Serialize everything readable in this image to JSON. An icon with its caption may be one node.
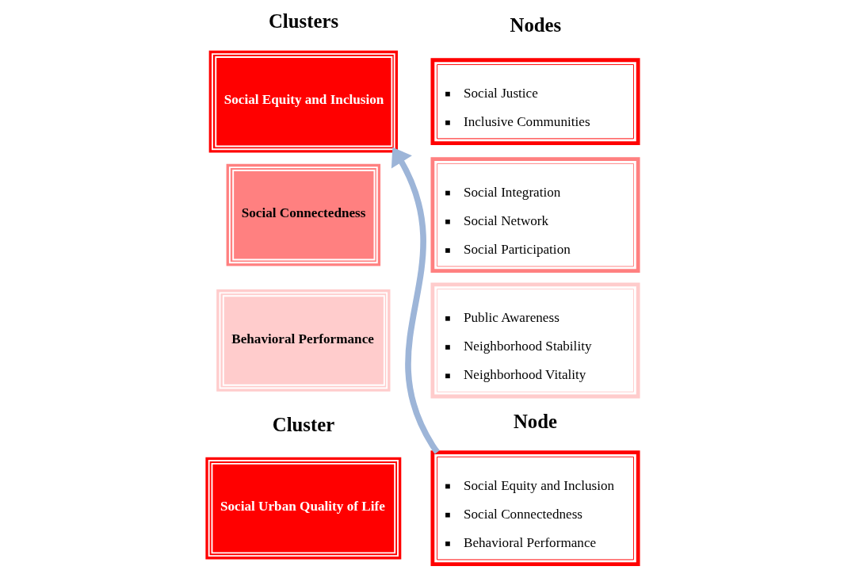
{
  "diagram": {
    "nodes": [
      {
        "text": [
          "Social Urban Quality of Life"
        ]
      },
      {
        "text": [
          "Social Equity and Inclusion",
          "Social Connectedness",
          "Behavioral Performance"
        ]
      },
      {
        "text": [
          "Social Equity and Inclusion"
        ]
      },
      {
        "text": [
          "Social Justice",
          "Inclusive Communities"
        ]
      },
      {
        "text": [
          "Social Connectedness"
        ]
      },
      {
        "text": [
          "Social Integration",
          "Social Network",
          "Social Participation"
        ]
      },
      {
        "text": [
          "Behavioral Performance"
        ]
      },
      {
        "text": [
          "Public Awareness",
          "Neighborhood Stability",
          "Neighborhood Vitality"
        ]
      }
    ],
    "edges": [
      {
        "from": 1,
        "to": 2,
        "arrow": "to"
      }
    ],
    "labels": [
      "Clusters",
      "Nodes",
      "Cluster",
      "Node"
    ]
  }
}
